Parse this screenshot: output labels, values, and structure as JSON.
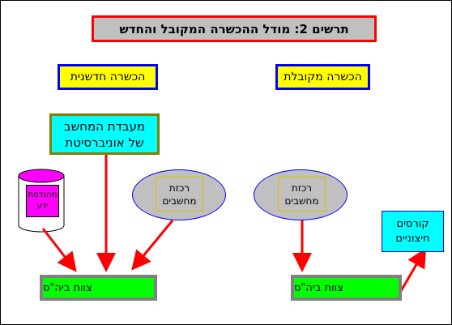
{
  "title": "תרשים 2: מודל ההכשרה המקובל והחדש",
  "labels": {
    "innovative": "הכשרה חדשנית",
    "accepted": "הכשרה מקובלת"
  },
  "nodes": {
    "lab_line1": "מעבדת המחשב",
    "lab_line2": "של אוניברסיטת",
    "database_line1": "מהנדסת",
    "database_line2": "ידע",
    "course_left_line1": "רכזת",
    "course_left_line2": "מחשבים",
    "course_right_line1": "רכזת",
    "course_right_line2": "מחשבים",
    "external_line1": "קורסים",
    "external_line2": "חיצוניים",
    "team_left": "צוות ביה\"ס",
    "team_right": "צוות ביה\"ס"
  },
  "colors": {
    "arrow": "#ff0000",
    "title_border": "#ff0000",
    "label_fill": "#ffff00",
    "team_fill": "#00ff00",
    "cyan_fill": "#00ffff",
    "oval_fill": "#c0c0c0",
    "db_fill": "#ff00ff"
  }
}
